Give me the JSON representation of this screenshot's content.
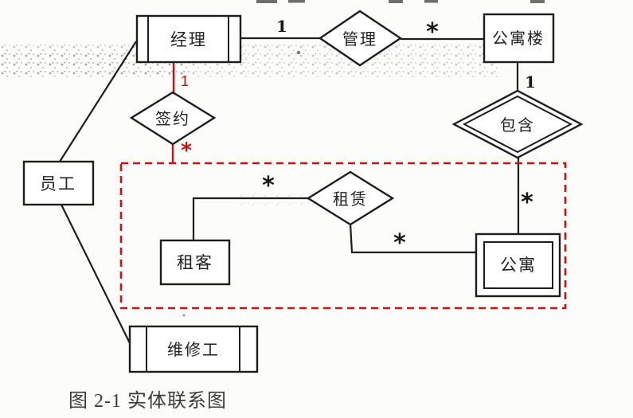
{
  "figure": {
    "caption": "图 2-1 实体联系图"
  },
  "diagram": {
    "entities": [
      {
        "id": "manager",
        "label": "经理",
        "type": "category-entity"
      },
      {
        "id": "apartment-building",
        "label": "公寓楼",
        "type": "entity"
      },
      {
        "id": "employee",
        "label": "员工",
        "type": "entity"
      },
      {
        "id": "tenant",
        "label": "租客",
        "type": "entity"
      },
      {
        "id": "apartment",
        "label": "公寓",
        "type": "weak-entity"
      },
      {
        "id": "maintenance-worker",
        "label": "维修工",
        "type": "category-entity"
      }
    ],
    "relationships": [
      {
        "id": "manages",
        "label": "管理",
        "type": "relationship"
      },
      {
        "id": "signs-contract",
        "label": "签约",
        "type": "relationship"
      },
      {
        "id": "contains",
        "label": "包含",
        "type": "identifying-relationship"
      },
      {
        "id": "rents",
        "label": "租赁",
        "type": "relationship"
      }
    ],
    "cardinalities": {
      "manager_manages": "1",
      "manages_building": "*",
      "building_contains": "1",
      "contains_apartment": "*",
      "manager_signs": "1",
      "signs_group": "*",
      "rents_tenant": "*",
      "rents_apartment": "*"
    },
    "colors": {
      "line": "#1d1d1d",
      "highlight_red": "#cc1111",
      "background": "#fcfcfb"
    }
  }
}
